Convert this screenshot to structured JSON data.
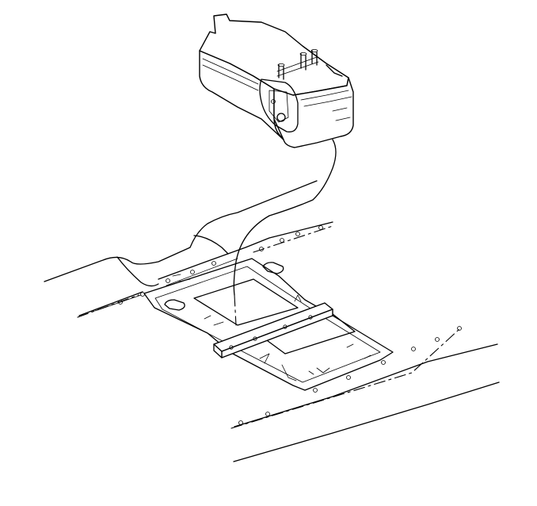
{
  "diagram": {
    "components": [
      {
        "id": "fuel-tank",
        "icon": "fuel-tank-icon"
      },
      {
        "id": "harness-cable",
        "icon": "cable-icon"
      },
      {
        "id": "floor-pan",
        "icon": "floor-pan-icon"
      },
      {
        "id": "mounting-bracket",
        "icon": "bracket-icon"
      },
      {
        "id": "rear-panel",
        "icon": "panel-icon"
      }
    ],
    "colors": {
      "stroke": "#000000",
      "background": "#ffffff"
    }
  }
}
